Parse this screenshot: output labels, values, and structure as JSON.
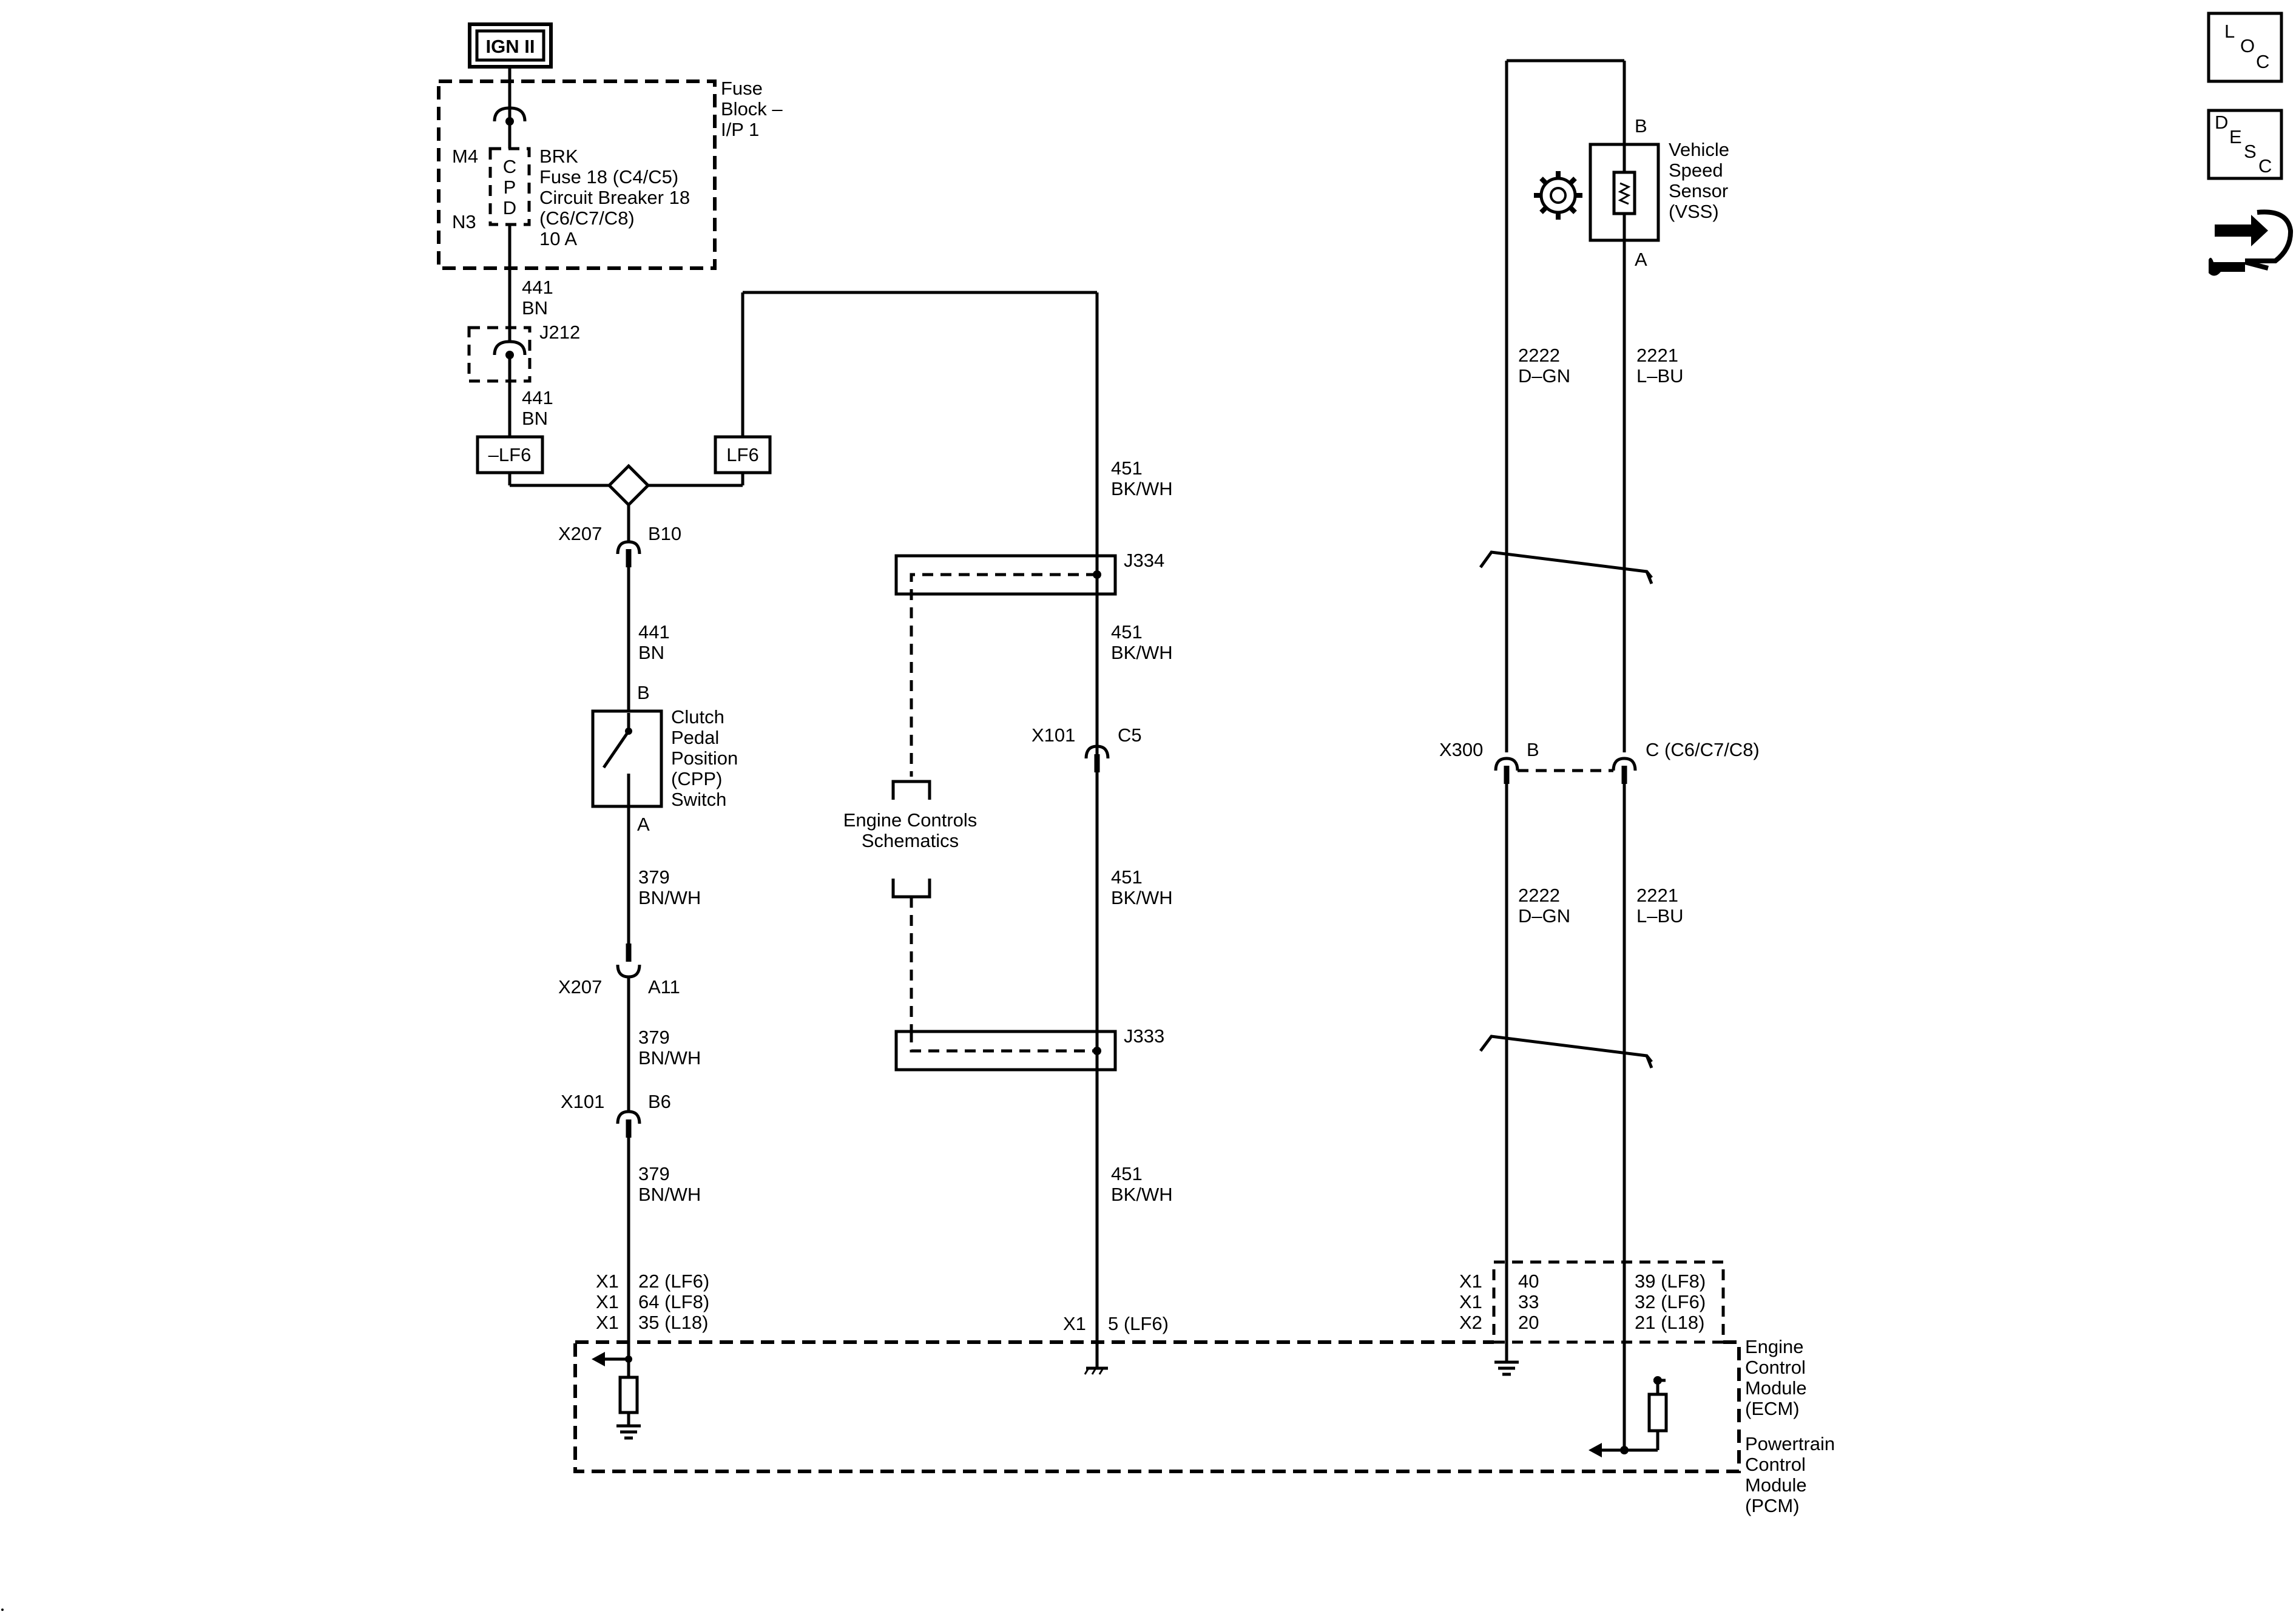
{
  "power": {
    "source": "IGN II"
  },
  "fuse_block": {
    "title": [
      "Fuse",
      "Block –",
      "I/P 1"
    ],
    "pin_top": "M4",
    "pin_bottom": "N3",
    "cpd": [
      "C",
      "P",
      "D"
    ],
    "desc": [
      "BRK",
      "Fuse 18 (C4/C5)",
      "Circuit Breaker 18",
      "(C6/C7/C8)",
      "10 A"
    ]
  },
  "wire_441_a": {
    "num": "441",
    "color": "BN"
  },
  "splice_j212": "J212",
  "wire_441_b": {
    "num": "441",
    "color": "BN"
  },
  "option_left": "–LF6",
  "option_right": "LF6",
  "conn_x207_b10": {
    "name": "X207",
    "pin": "B10"
  },
  "wire_441_c": {
    "num": "441",
    "color": "BN"
  },
  "cpp_switch": {
    "pin_top": "B",
    "pin_bottom": "A",
    "label": [
      "Clutch",
      "Pedal",
      "Position",
      "(CPP)",
      "Switch"
    ]
  },
  "wire_379_a": {
    "num": "379",
    "color": "BN/WH"
  },
  "conn_x207_a11": {
    "name": "X207",
    "pin": "A11"
  },
  "wire_379_b": {
    "num": "379",
    "color": "BN/WH"
  },
  "conn_x101_b6": {
    "name": "X101",
    "pin": "B6"
  },
  "wire_379_c": {
    "num": "379",
    "color": "BN/WH"
  },
  "ecm_left_pins": [
    {
      "conn": "X1",
      "pin": "22 (LF6)"
    },
    {
      "conn": "X1",
      "pin": "64 (LF8)"
    },
    {
      "conn": "X1",
      "pin": "35 (L18)"
    }
  ],
  "wire_451_a": {
    "num": "451",
    "color": "BK/WH"
  },
  "splice_j334": "J334",
  "wire_451_b": {
    "num": "451",
    "color": "BK/WH"
  },
  "conn_x101_c5": {
    "name": "X101",
    "pin": "C5"
  },
  "wire_451_c": {
    "num": "451",
    "color": "BK/WH"
  },
  "splice_j333": "J333",
  "wire_451_d": {
    "num": "451",
    "color": "BK/WH"
  },
  "engine_ref": [
    "Engine Controls",
    "Schematics"
  ],
  "ecm_mid_pin": {
    "conn": "X1",
    "pin": "5 (LF6)"
  },
  "vss": {
    "pin_top": "B",
    "pin_bottom": "A",
    "label": [
      "Vehicle",
      "Speed",
      "Sensor",
      "(VSS)"
    ]
  },
  "wire_2222_a": {
    "num": "2222",
    "color": "D–GN"
  },
  "wire_2221_a": {
    "num": "2221",
    "color": "L–BU"
  },
  "conn_x300": {
    "name": "X300",
    "pin_left": "B",
    "pin_right": "C (C6/C7/C8)"
  },
  "wire_2222_b": {
    "num": "2222",
    "color": "D–GN"
  },
  "wire_2221_b": {
    "num": "2221",
    "color": "L–BU"
  },
  "ecm_right_conns": [
    "X1",
    "X1",
    "X2"
  ],
  "ecm_right_pins_left": [
    "40",
    "33",
    "20"
  ],
  "ecm_right_pins_right": [
    "39 (LF8)",
    "32 (LF6)",
    "21 (L18)"
  ],
  "ecm_label": [
    "Engine",
    "Control",
    "Module",
    "(ECM)"
  ],
  "pcm_label": [
    "Powertrain",
    "Control",
    "Module",
    "(PCM)"
  ],
  "side_icons": {
    "loc": [
      "L",
      "O",
      "C"
    ],
    "desc": [
      "D",
      "E",
      "S",
      "C"
    ],
    "tools_icon": "connector-wrench-icon"
  }
}
